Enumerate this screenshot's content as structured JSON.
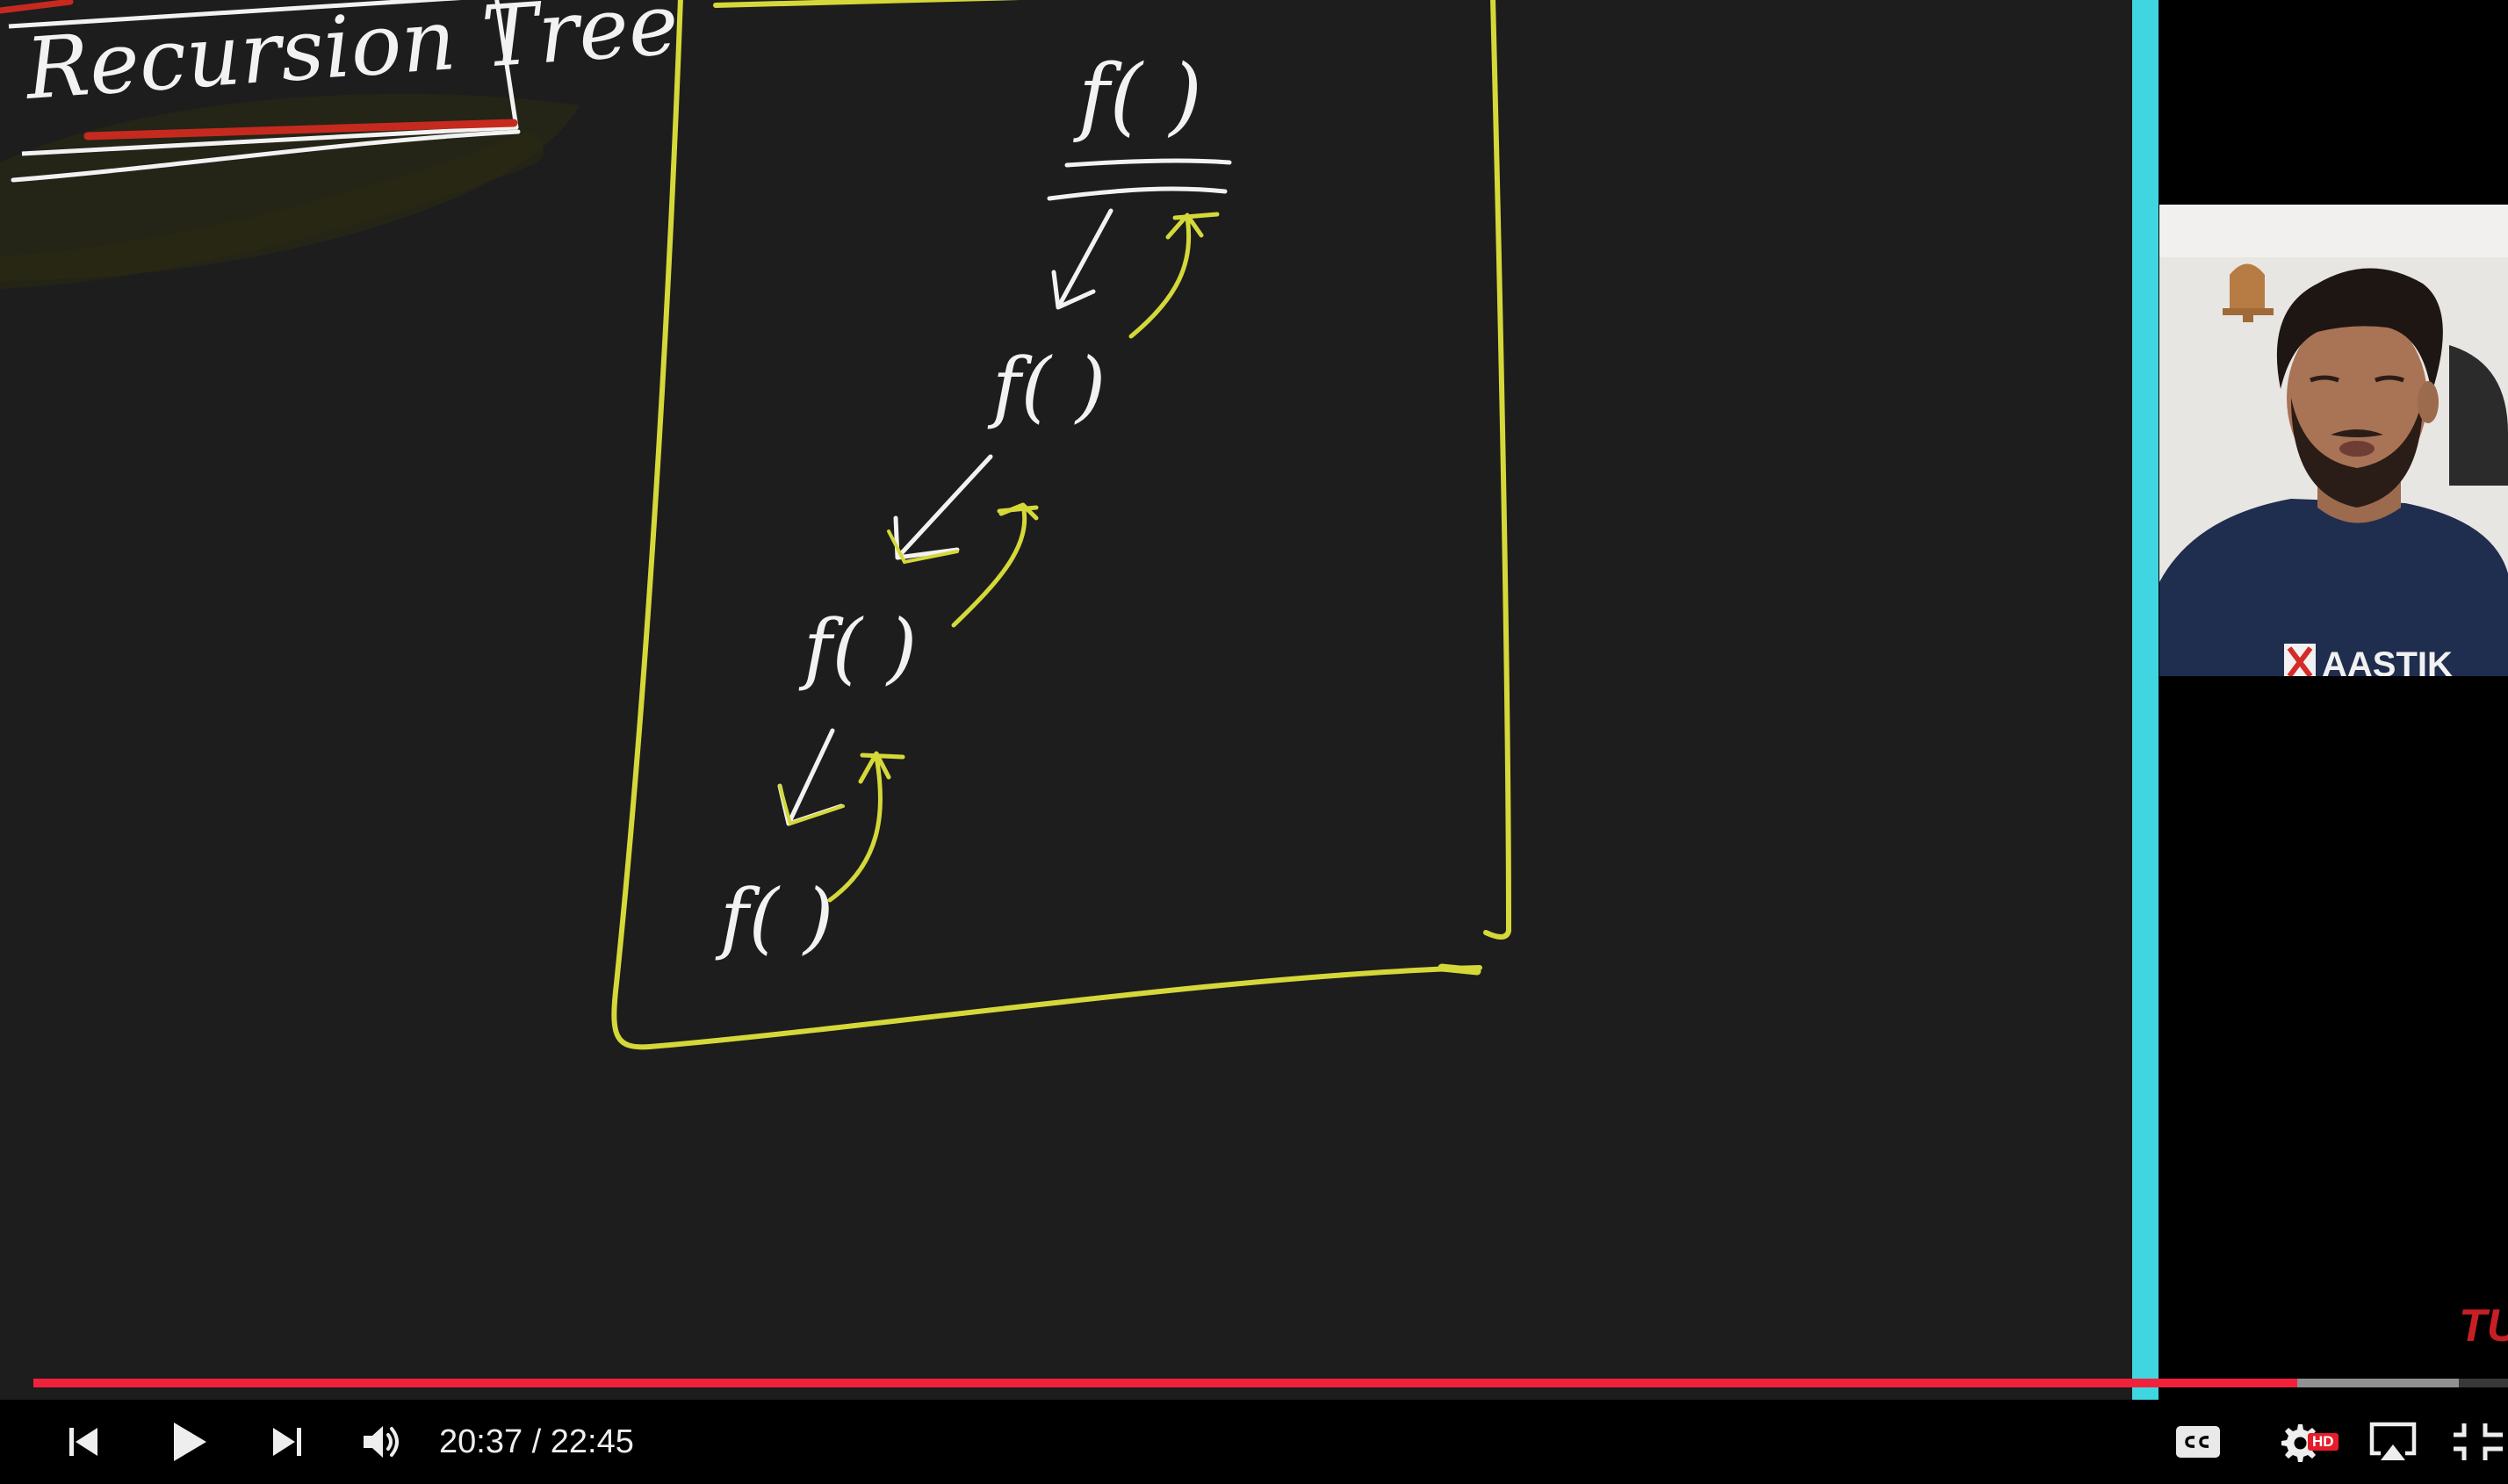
{
  "board": {
    "title_text": "Recursion Tree",
    "nodes": [
      "f( )",
      "f( )",
      "f( )",
      "f( )"
    ]
  },
  "webcam": {
    "shirt_text": "AASTIK"
  },
  "watermark": {
    "text": "TU"
  },
  "player": {
    "current_time": "20:37",
    "separator": " / ",
    "duration": "22:45",
    "progress_fraction": 0.915,
    "buffered_fraction": 0.98,
    "hd_badge": "HD",
    "cc_label": "CC",
    "colors": {
      "played": "#f2213b",
      "hd_badge": "#e61c2a",
      "board": "#1d1d1d",
      "chalk_yellow": "#d5d839",
      "chalk_white": "#f2f2f2",
      "side_bar": "#3fd6e2"
    },
    "icons": {
      "previous": "skip-previous-icon",
      "play": "play-icon",
      "next": "skip-next-icon",
      "volume": "volume-icon",
      "cc": "closed-captions-icon",
      "settings": "settings-gear-icon",
      "airplay": "airplay-icon",
      "fullscreen": "exit-fullscreen-icon"
    }
  }
}
